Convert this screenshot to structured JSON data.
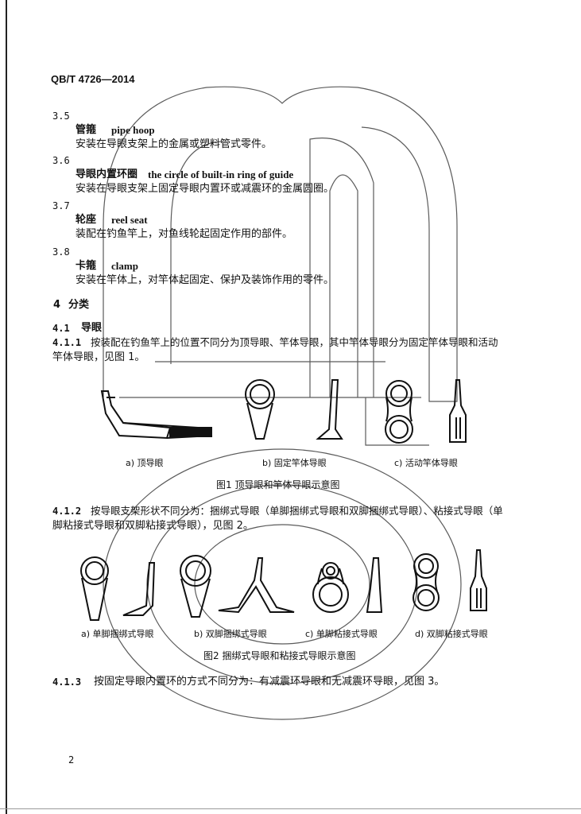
{
  "header": {
    "doc_code": "QB/T 4726—2014"
  },
  "sections": [
    {
      "num": "3.5",
      "term_zh": "管箍",
      "term_en": "pipe hoop",
      "def": "安装在导眼支架上的金属或塑料管式零件。"
    },
    {
      "num": "3.6",
      "term_zh": "导眼内置环圈",
      "term_en": "the circle of built-in ring of guide",
      "def": "安装在导眼支架上固定导眼内置环或减震环的金属圆圈。"
    },
    {
      "num": "3.7",
      "term_zh": "轮座",
      "term_en": "reel seat",
      "def": "装配在钓鱼竿上，对鱼线轮起固定作用的部件。"
    },
    {
      "num": "3.8",
      "term_zh": "卡箍",
      "term_en": "clamp",
      "def": "安装在竿体上，对竿体起固定、保护及装饰作用的零件。"
    }
  ],
  "section4": {
    "num": "4",
    "title": "分类"
  },
  "s41": {
    "num": "4.1",
    "title": "导眼"
  },
  "p411": {
    "num": "4.1.1",
    "line1": "按装配在钓鱼竿上的位置不同分为顶导眼、竿体导眼，其中竿体导眼分为固定竿体导眼和活动",
    "line2": "竿体导眼，见图 1。"
  },
  "fig1": {
    "captions": [
      "a)  顶导眼",
      "b)  固定竿体导眼",
      "c)  活动竿体导眼"
    ],
    "title": "图1    顶导眼和竿体导眼示意图"
  },
  "p412": {
    "num": "4.1.2",
    "line1": "按导眼支架形状不同分为：捆绑式导眼（单脚捆绑式导眼和双脚捆绑式导眼）、粘接式导眼（单",
    "line2": "脚粘接式导眼和双脚粘接式导眼），见图 2。"
  },
  "fig2": {
    "captions": [
      "a)  单脚捆绑式导眼",
      "b)  双脚捆绑式导眼",
      "c) 单脚粘接式导眼",
      "d)  双脚粘接式导眼"
    ],
    "title": "图2    捆绑式导眼和粘接式导眼示意图"
  },
  "p413": {
    "num": "4.1.3",
    "line1": "按固定导眼内置环的方式不同分为：有减震环导眼和无减震环导眼，见图 3。"
  },
  "footer": {
    "page_number": "2"
  }
}
